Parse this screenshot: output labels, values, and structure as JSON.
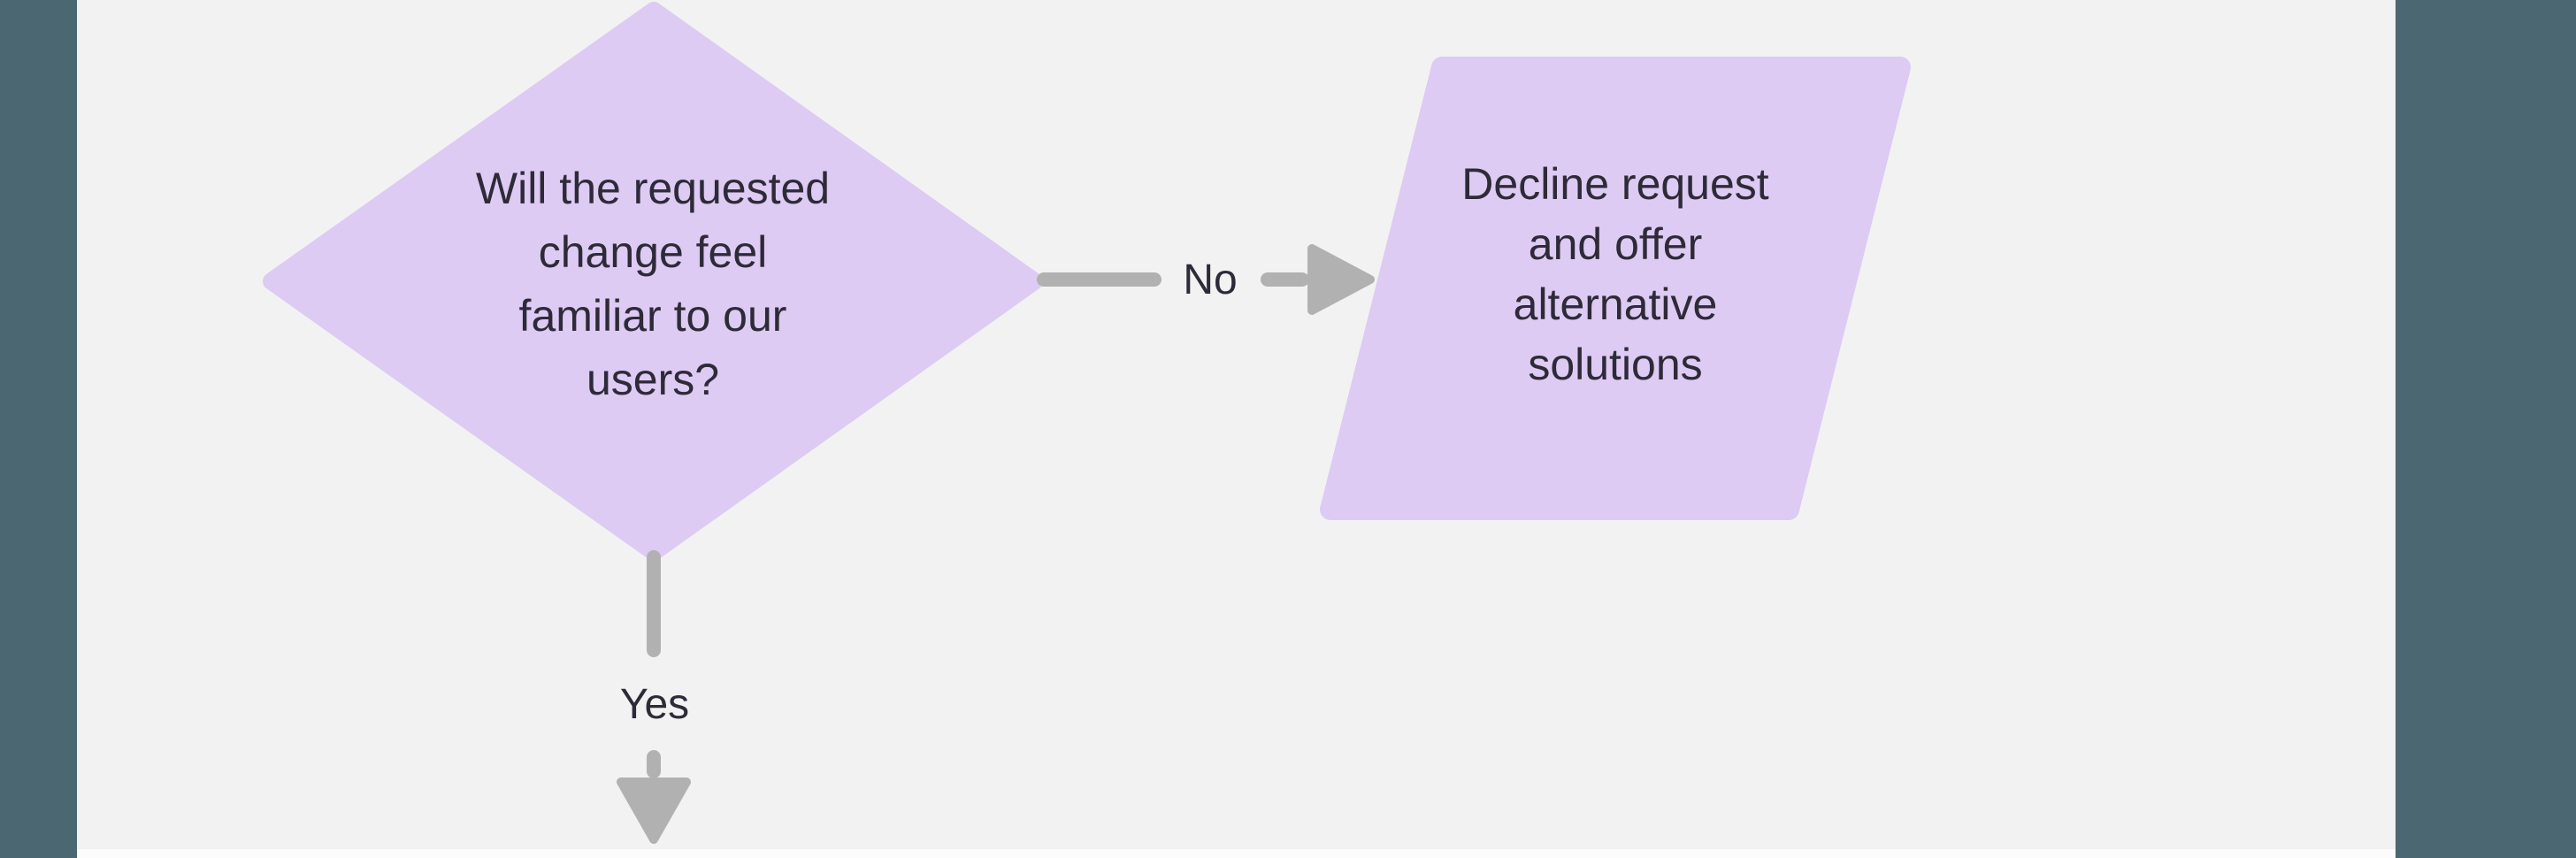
{
  "colors": {
    "canvas_bg": "#f2f2f3",
    "side_band": "#4b6772",
    "bottom_strip": "#fcfcfd",
    "node_fill": "#ddcbf3",
    "connector": "#b1b1b1",
    "text": "#2e2a38"
  },
  "flowchart": {
    "decision": {
      "type": "decision-diamond",
      "lines": [
        "Will the requested",
        "change feel",
        "familiar to our",
        "users?"
      ],
      "text": "Will the requested change feel familiar to our users?"
    },
    "no_branch": {
      "label": "No",
      "target": {
        "type": "parallelogram",
        "lines": [
          "Decline request",
          "and offer",
          "alternative",
          "solutions"
        ],
        "text": "Decline request and offer alternative solutions"
      }
    },
    "yes_branch": {
      "label": "Yes"
    }
  }
}
